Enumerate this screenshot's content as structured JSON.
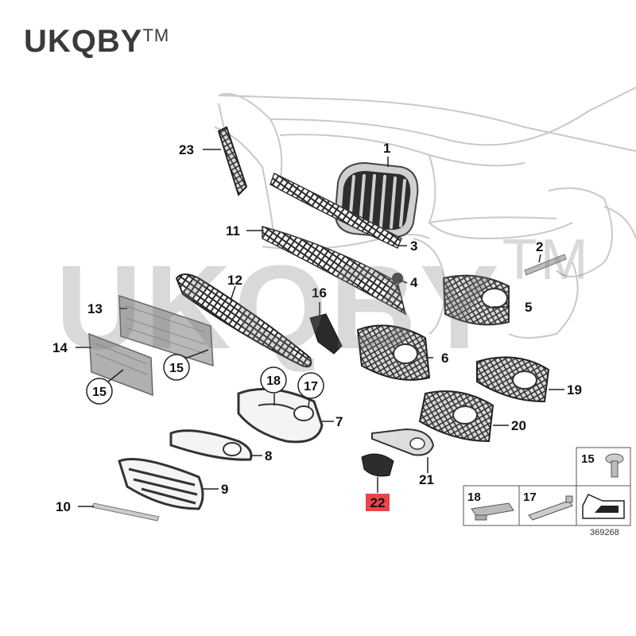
{
  "brand": {
    "name": "UKQBY",
    "tm": "TM"
  },
  "watermark": {
    "text": "UKQBY",
    "tm": "TM"
  },
  "catalog_number": "369268",
  "highlight_color": "#e8232a",
  "callouts": [
    {
      "id": "c1",
      "label": "1"
    },
    {
      "id": "c2",
      "label": "2"
    },
    {
      "id": "c3",
      "label": "3"
    },
    {
      "id": "c4",
      "label": "4"
    },
    {
      "id": "c5",
      "label": "5"
    },
    {
      "id": "c6",
      "label": "6"
    },
    {
      "id": "c7",
      "label": "7"
    },
    {
      "id": "c8",
      "label": "8"
    },
    {
      "id": "c9",
      "label": "9"
    },
    {
      "id": "c10",
      "label": "10"
    },
    {
      "id": "c11",
      "label": "11"
    },
    {
      "id": "c12",
      "label": "12"
    },
    {
      "id": "c13",
      "label": "13"
    },
    {
      "id": "c14",
      "label": "14"
    },
    {
      "id": "c15a",
      "label": "15"
    },
    {
      "id": "c15b",
      "label": "15"
    },
    {
      "id": "c16",
      "label": "16"
    },
    {
      "id": "c17",
      "label": "17"
    },
    {
      "id": "c18",
      "label": "18"
    },
    {
      "id": "c19",
      "label": "19"
    },
    {
      "id": "c20",
      "label": "20"
    },
    {
      "id": "c21",
      "label": "21"
    },
    {
      "id": "c22",
      "label": "22"
    },
    {
      "id": "c23",
      "label": "23"
    }
  ],
  "legend": {
    "screw_label": "15",
    "clip18_label": "18",
    "clip17_label": "17"
  }
}
